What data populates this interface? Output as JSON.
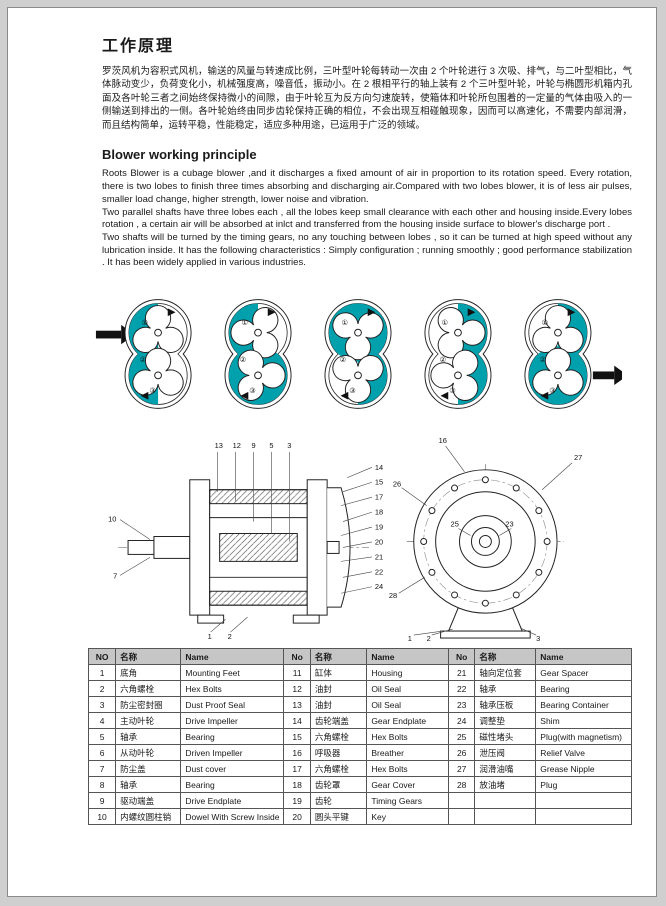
{
  "chinese_section": {
    "title": "工作原理",
    "body": "罗茨风机为容积式风机，输送的风量与转速成比例，三叶型叶轮每转动一次由 2 个叶轮进行 3 次吸、排气，与二叶型相比，气体脉动变少，负荷变化小，机械强度高，噪音低，振动小。在 2 根相平行的轴上装有 2 个三叶型叶轮，叶轮与椭圆形机箱内孔面及各叶轮三者之间始终保持微小的间隙，由于叶轮互为反方向匀速旋转，使箱体和叶轮所包围着的一定量的气体由吸入的一侧输送到排出的一侧。各叶轮始终由同步齿轮保持正确的相位，不会出现互相碰触现象，因而可以高速化，不需要内部润滑，而且结构简单，运转平稳，性能稳定，适应多种用途，已运用于广泛的领域。"
  },
  "english_section": {
    "title": "Blower working principle",
    "paragraphs": [
      "Roots Blower is a cubage blower ,and it discharges a fixed amount of air in proportion to its rotation speed. Every rotation, there is two lobes to finish three times absorbing and discharging air.Compared with two lobes blower, it is of less air pulses, smaller load change, higher strength, lower noise and vibration.",
      "Two parallel shafts have three lobes each , all the lobes keep small clearance with each other and housing inside.Every lobes rotation , a certain air will be absorbed at inlct and transferred from the housing inside surface to blower's discharge port .",
      "Two shafts will be turned by the timing gears, no any touching between lobes , so it can be turned at high speed without any lubrication inside. It has the following characteristics : Simply configuration ; running smoothly ; good performance stabilization . It has been widely applied in various industries."
    ]
  },
  "rotor_diagram": {
    "accent_color": "#00a0ad",
    "lobe_labels": [
      "①",
      "②",
      "③"
    ],
    "stages": [
      {
        "top_angle": 0,
        "bottom_angle": 0,
        "teal": [
          "top-left",
          "bottom-left"
        ]
      },
      {
        "top_angle": 30,
        "bottom_angle": -30,
        "teal": [
          "top-left",
          "bottom-full"
        ]
      },
      {
        "top_angle": 60,
        "bottom_angle": -60,
        "teal": [
          "top-full",
          "bottom-right"
        ]
      },
      {
        "top_angle": 90,
        "bottom_angle": -90,
        "teal": [
          "top-right",
          "bottom-right"
        ]
      },
      {
        "top_angle": 120,
        "bottom_angle": -120,
        "teal": [
          "top-right",
          "bottom-full"
        ]
      }
    ]
  },
  "drawings": {
    "left_view": {
      "top": [
        "13",
        "12",
        "9",
        "5",
        "3"
      ],
      "right": [
        "14",
        "15",
        "17",
        "18",
        "19",
        "20",
        "21",
        "22",
        "24"
      ],
      "left": [
        "10",
        "7"
      ],
      "bottom": [
        "1",
        "2"
      ]
    },
    "right_view": {
      "top": [
        "16"
      ],
      "upper_right": [
        "27"
      ],
      "left": [
        "26",
        "28"
      ],
      "center": [
        "25",
        "23"
      ],
      "bottom": [
        "1",
        "2",
        "3"
      ]
    }
  },
  "parts_table": {
    "headers": [
      "NO",
      "名称",
      "Name",
      "No",
      "名称",
      "Name",
      "No",
      "名称",
      "Name"
    ],
    "rows": [
      [
        "1",
        "底角",
        "Mounting Feet",
        "11",
        "缸体",
        "Housing",
        "21",
        "轴向定位套",
        "Gear Spacer"
      ],
      [
        "2",
        "六角螺栓",
        "Hex Bolts",
        "12",
        "油封",
        "Oil Seal",
        "22",
        "轴承",
        "Bearing"
      ],
      [
        "3",
        "防尘密封圈",
        "Dust Proof Seal",
        "13",
        "油封",
        "Oil Seal",
        "23",
        "轴承压板",
        "Bearing Container"
      ],
      [
        "4",
        "主动叶轮",
        "Drive Impeller",
        "14",
        "齿轮端盖",
        "Gear Endplate",
        "24",
        "调整垫",
        "Shim"
      ],
      [
        "5",
        "轴承",
        "Bearing",
        "15",
        "六角螺栓",
        "Hex Bolts",
        "25",
        "磁性堵头",
        "Plug(with magnetism)"
      ],
      [
        "6",
        "从动叶轮",
        "Driven Impeller",
        "16",
        "呼吸器",
        "Breather",
        "26",
        "泄压阀",
        "Relief Valve"
      ],
      [
        "7",
        "防尘盖",
        "Dust cover",
        "17",
        "六角螺栓",
        "Hex Bolts",
        "27",
        "润滑油嘴",
        "Grease Nipple"
      ],
      [
        "8",
        "轴承",
        "Bearing",
        "18",
        "齿轮罩",
        "Gear Cover",
        "28",
        "放油堵",
        "Plug"
      ],
      [
        "9",
        "驱动端盖",
        "Drive Endplate",
        "19",
        "齿轮",
        "Timing Gears",
        "",
        "",
        ""
      ],
      [
        "10",
        "内螺纹圆柱销",
        "Dowel With Screw Inside",
        "20",
        "圆头平键",
        "Key",
        "",
        "",
        ""
      ]
    ]
  }
}
